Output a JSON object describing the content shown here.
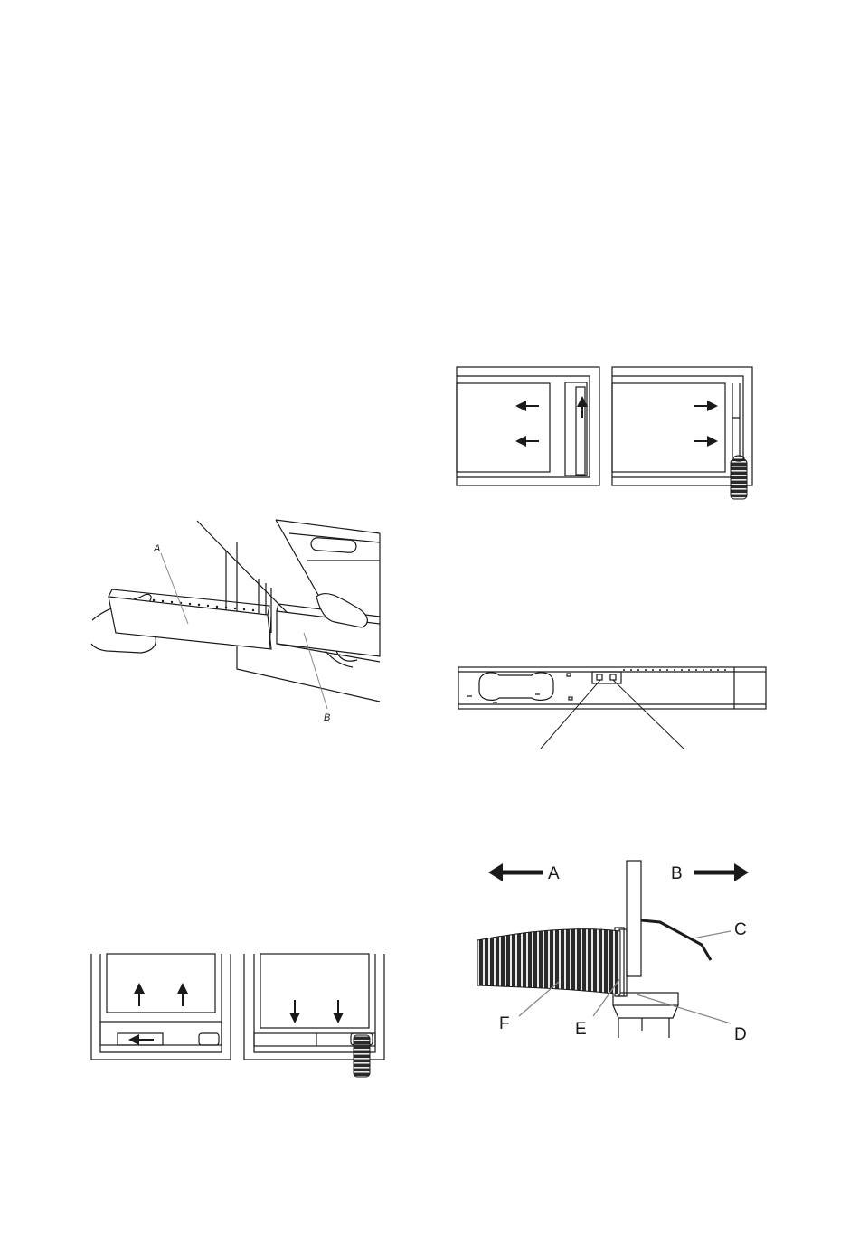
{
  "figures": {
    "window_slider_insert": {
      "label_a": "A",
      "label_b": "B"
    },
    "hose_assembly": {
      "label_a": "A",
      "label_b": "B",
      "label_c": "C",
      "label_d": "D",
      "label_e": "E",
      "label_f": "F"
    }
  },
  "icons": [
    "hand-icon",
    "arrow-icon",
    "exhaust-hose-icon"
  ],
  "colors": {
    "line": "#1a1a1a",
    "background": "#ffffff",
    "leader": "#888888"
  }
}
